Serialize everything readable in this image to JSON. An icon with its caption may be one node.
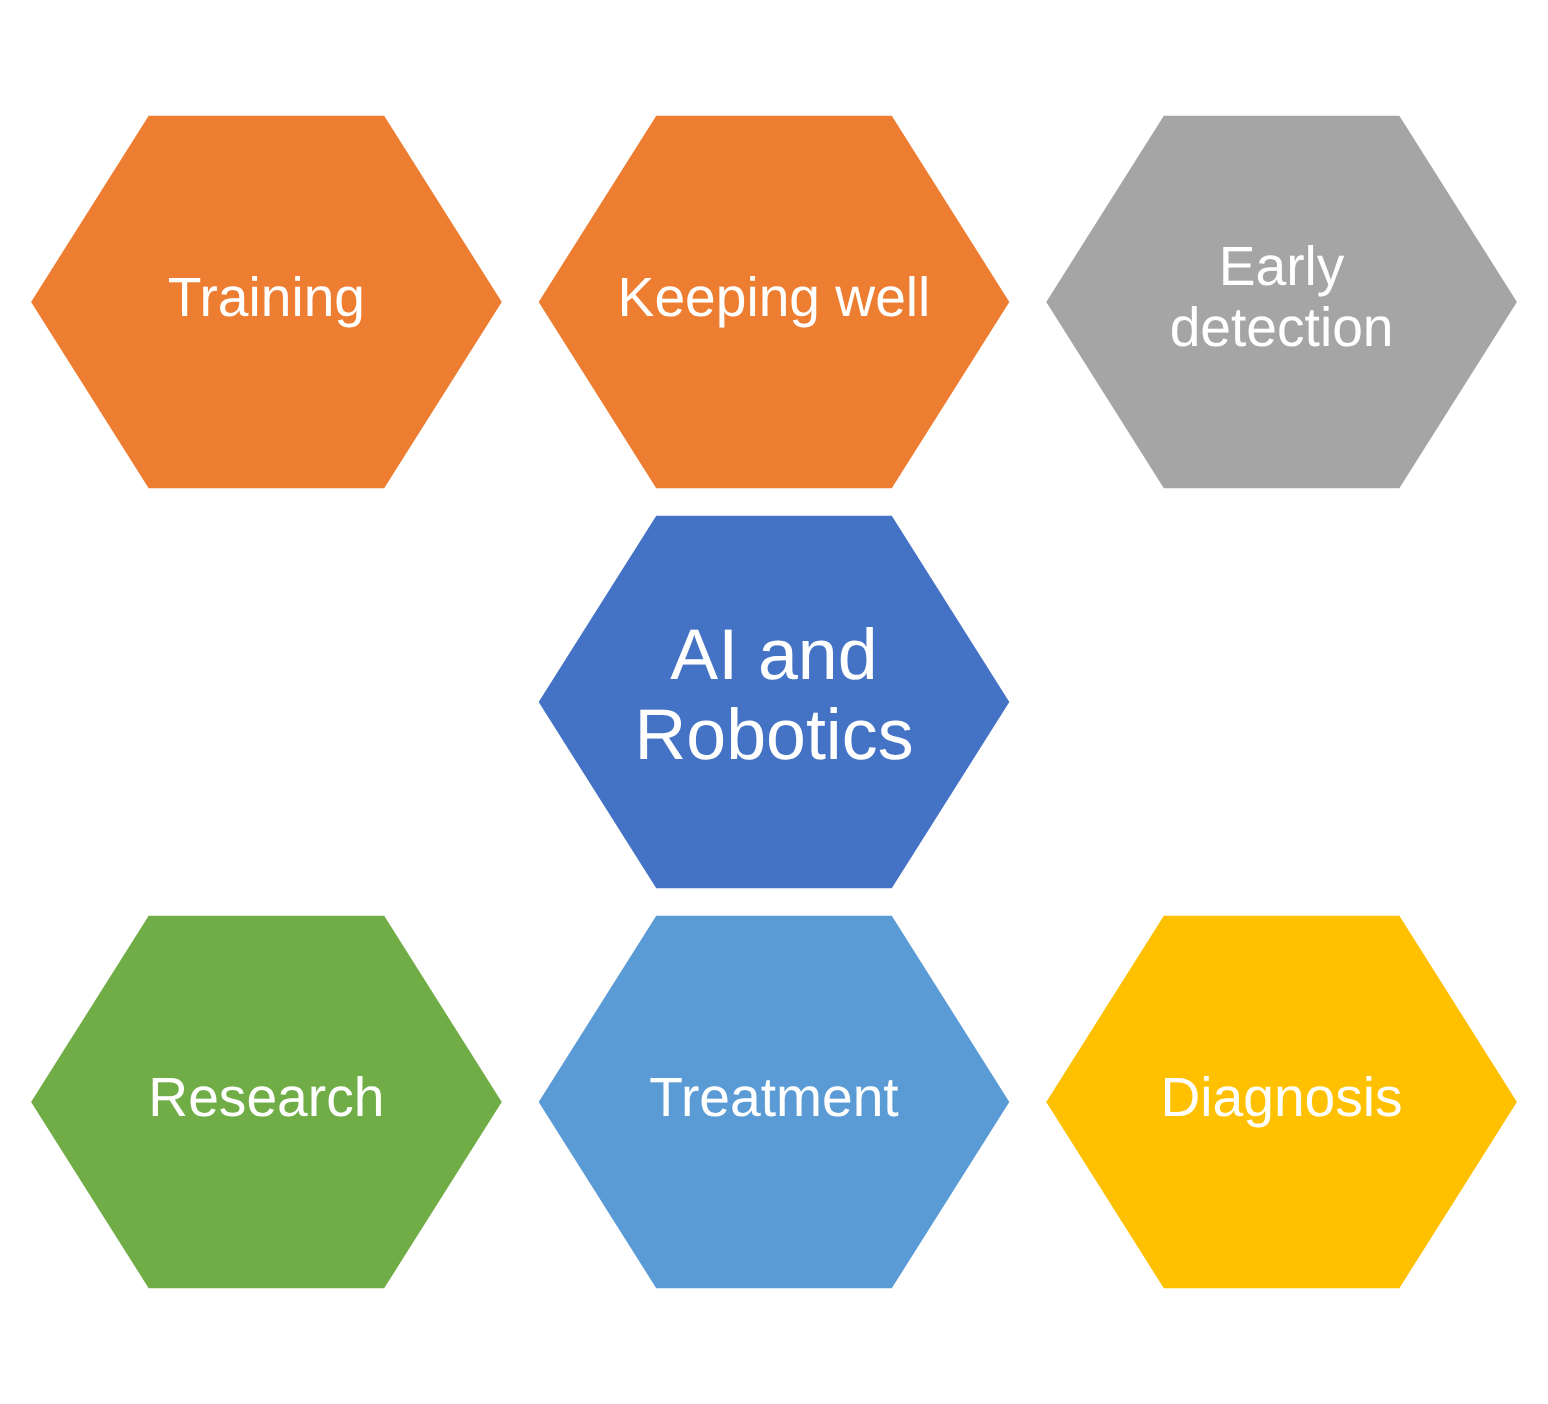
{
  "diagram": {
    "nodes": [
      {
        "text": [
          "Keeping well"
        ]
      },
      {
        "text": [
          "Training"
        ]
      },
      {
        "text": [
          "Early detection"
        ]
      },
      {
        "text": [
          "AI and Robotics"
        ]
      },
      {
        "text": [
          "Research"
        ]
      },
      {
        "text": [
          "Diagnosis"
        ]
      },
      {
        "text": [
          "Treatment"
        ]
      }
    ]
  }
}
